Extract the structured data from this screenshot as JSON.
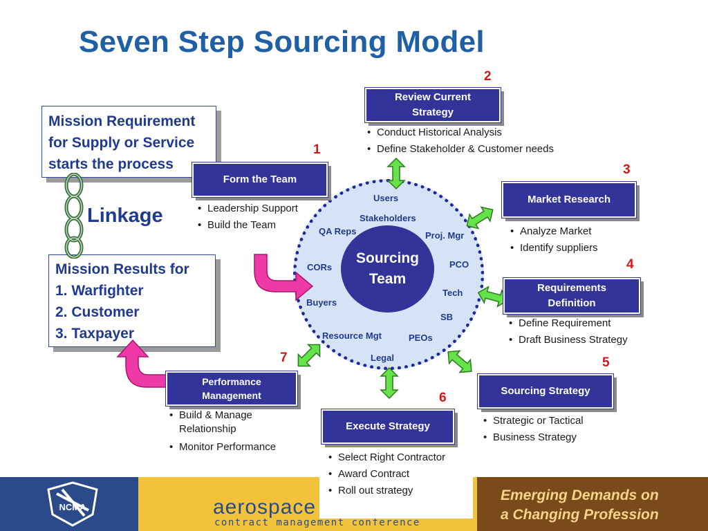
{
  "title": "Seven Step Sourcing Model",
  "colors": {
    "title": "#1f5fa6",
    "step_box": "#33349a",
    "step_number": "#d01818",
    "ring": "#d6e3f7",
    "arrow": "#66e24a",
    "pink_arrow": "#ee3aa6"
  },
  "mission_requirement": "Mission Requirement\nfor Supply or Service\nstarts the process",
  "linkage": "Linkage",
  "mission_results": "Mission Results for\n1.  Warfighter\n2.  Customer\n3.  Taxpayer",
  "hub": "Sourcing\nTeam",
  "team_members": [
    "Users",
    "Stakeholders",
    "QA Reps",
    "Proj. Mgr",
    "CORs",
    "PCO",
    "Buyers",
    "Tech",
    "SB",
    "Resource Mgt",
    "PEOs",
    "Legal"
  ],
  "steps": [
    {
      "number": "1",
      "label": "Form the Team",
      "bullets": [
        "Leadership Support",
        "Build the Team"
      ]
    },
    {
      "number": "2",
      "label": "Review Current\nStrategy",
      "bullets": [
        "Conduct Historical Analysis",
        "Define Stakeholder & Customer needs"
      ]
    },
    {
      "number": "3",
      "label": "Market Research",
      "bullets": [
        "Analyze Market",
        " Identify suppliers"
      ]
    },
    {
      "number": "4",
      "label": "Requirements\nDefinition",
      "bullets": [
        "Define Requirement",
        "Draft Business Strategy"
      ]
    },
    {
      "number": "5",
      "label": "Sourcing Strategy",
      "bullets": [
        "Strategic or Tactical",
        "Business Strategy"
      ]
    },
    {
      "number": "6",
      "label": "Execute Strategy",
      "bullets": [
        "Select Right Contractor",
        "Award Contract",
        "Roll out strategy"
      ]
    },
    {
      "number": "7",
      "label": "Performance\nManagement",
      "bullets": [
        "Build & Manage\nRelationship",
        "Monitor Performance"
      ]
    }
  ],
  "footer": {
    "logo": "NCMA",
    "brand": "aerospace -",
    "conference": "contract management conference",
    "tagline": "Emerging Demands on\na Changing Profession"
  }
}
